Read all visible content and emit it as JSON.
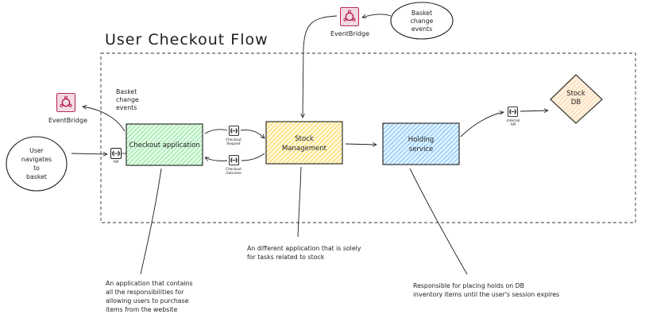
{
  "diagram": {
    "title": "User Checkout Flow",
    "nodes": {
      "checkout_app": "Checkout application",
      "stock_mgmt": [
        "Stock",
        "Management"
      ],
      "holding_service": [
        "Holding",
        "service"
      ],
      "stock_db": [
        "Stock",
        "DB"
      ],
      "user_start": [
        "User",
        "navigates",
        "to",
        "basket"
      ],
      "basket_events_top": [
        "Basket",
        "change",
        "events"
      ],
      "basket_events_left": [
        "Basket",
        "change",
        "events"
      ],
      "eventbridge_top": "EventBridge",
      "eventbridge_left": "EventBridge",
      "api_label": "API",
      "checkout_request": [
        "Checkout",
        "Request"
      ],
      "checkout_outcome": [
        "Checkout",
        "Outcome"
      ],
      "internal_api": [
        "Internal",
        "API"
      ]
    },
    "notes": {
      "checkout": [
        "An application that contains",
        "all the responsibilities for",
        "allowing users to purchase",
        "items from the website"
      ],
      "stock": [
        "An different application that is solely",
        "for tasks related to stock"
      ],
      "holding": [
        "Responsible for placing holds on DB",
        "inventory items until the user's session expires"
      ]
    },
    "colors": {
      "ink": "#1e1e1e",
      "checkout_fill": "#b2f2bb",
      "stock_fill": "#ffec99",
      "holding_fill": "#a5d8ff",
      "db_fill": "#ffe8cc",
      "eventbridge_fill": "#f3d9e2",
      "eventbridge_ink": "#b0124a"
    },
    "icons": [
      "eventbridge-icon",
      "api-gateway-icon"
    ]
  }
}
